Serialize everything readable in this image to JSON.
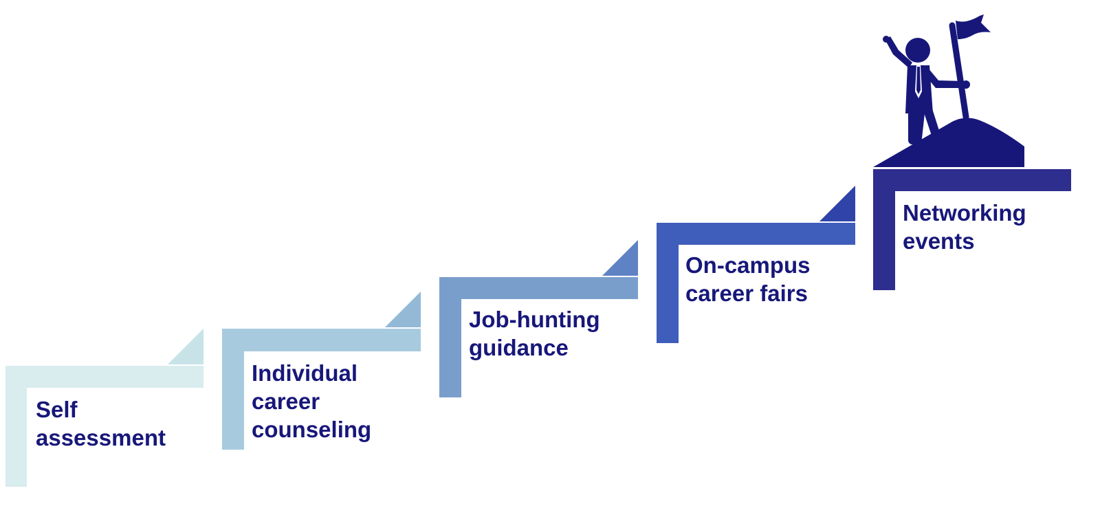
{
  "steps": [
    {
      "lines": [
        "Self",
        "assessment"
      ],
      "color": "#d9ecee",
      "tab_color": "#c7e3e8"
    },
    {
      "lines": [
        "Individual",
        "career",
        "counseling"
      ],
      "color": "#a8cade",
      "tab_color": "#93b9d6"
    },
    {
      "lines": [
        "Job-hunting",
        "guidance"
      ],
      "color": "#7a9ecc",
      "tab_color": "#5e82c3"
    },
    {
      "lines": [
        "On-campus",
        "career fairs"
      ],
      "color": "#3f5dba",
      "tab_color": "#2f43a8"
    },
    {
      "lines": [
        "Networking",
        "events"
      ],
      "color": "#2e2e8e",
      "tab_color": "#2e2e8e"
    }
  ],
  "text_color": "#17177a",
  "summit_figure": {
    "icon": "person-with-flag-on-summit-icon",
    "color": "#17177a"
  }
}
